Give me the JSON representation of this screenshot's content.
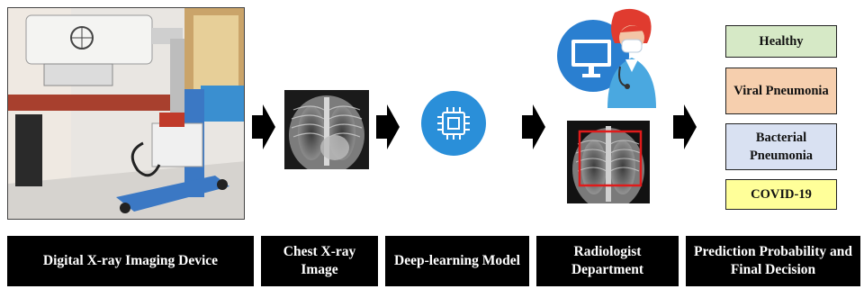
{
  "stages": [
    {
      "label": "Digital X-ray Imaging Device"
    },
    {
      "label": "Chest X-ray Image"
    },
    {
      "label": "Deep-learning Model"
    },
    {
      "label": "Radiologist Department"
    },
    {
      "label": "Prediction Probability and Final Decision"
    }
  ],
  "outputs": [
    {
      "label": "Healthy",
      "color": "#d6e9c6"
    },
    {
      "label": "Viral Pneumonia",
      "color": "#f6cfae"
    },
    {
      "label": "Bacterial Pneumonia",
      "color": "#d9e1f2"
    },
    {
      "label": "COVID-19",
      "color": "#ffff99"
    }
  ],
  "colors": {
    "chip_circle": "#2a8fd9",
    "monitor_circle": "#2a7fd0",
    "detection_box": "#e01b1b",
    "label_bg": "#000000"
  }
}
